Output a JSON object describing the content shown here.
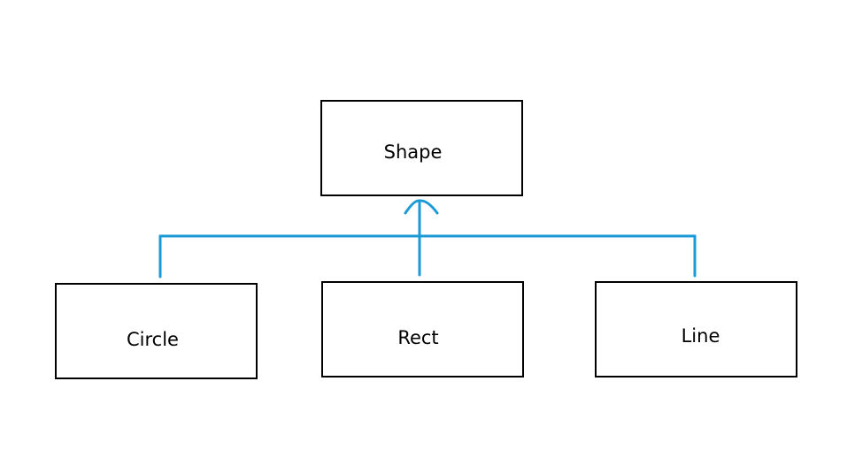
{
  "diagram": {
    "parent": {
      "label": "Shape"
    },
    "children": [
      {
        "label": "Circle"
      },
      {
        "label": "Rect"
      },
      {
        "label": "Line"
      }
    ],
    "colors": {
      "box_border": "#000000",
      "connector": "#1a9ad6"
    }
  }
}
